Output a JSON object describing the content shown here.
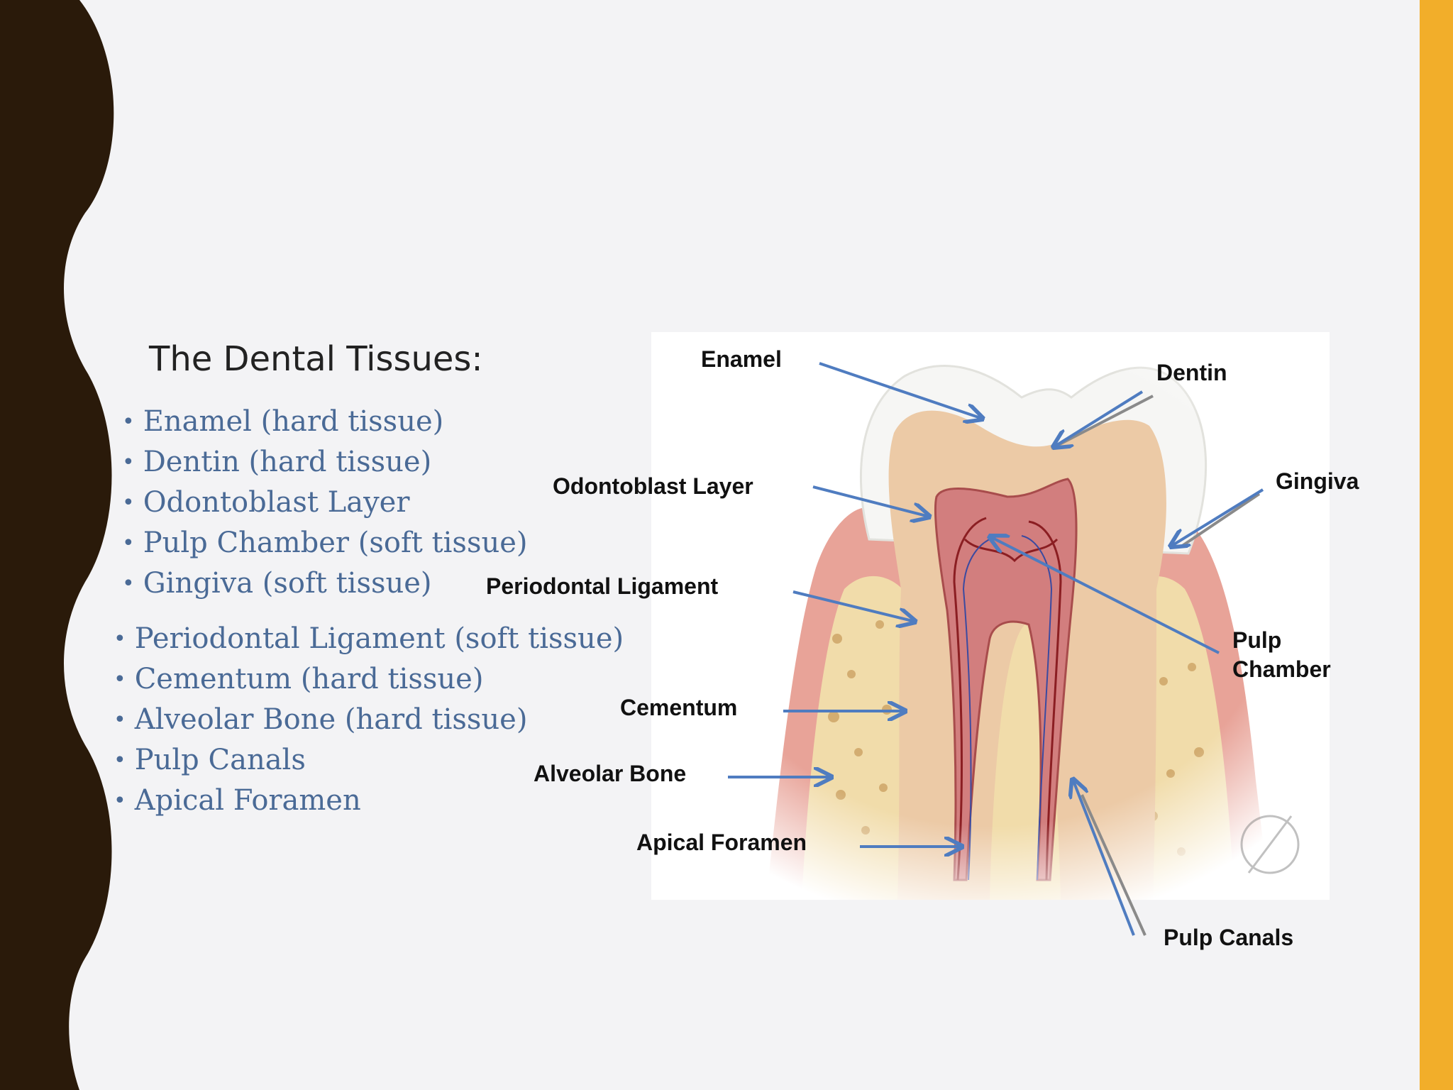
{
  "slide": {
    "title": "The Dental Tissues:",
    "bullets_group1": [
      "Enamel (hard tissue)",
      "Dentin (hard tissue)",
      "Odontoblast Layer",
      "Pulp Chamber (soft tissue)",
      "Gingiva (soft tissue)"
    ],
    "bullets_group2": [
      "Periodontal Ligament (soft tissue)",
      "Cementum (hard tissue)",
      "Alveolar Bone (hard tissue)",
      "Pulp Canals",
      "Apical Foramen"
    ]
  },
  "diagram": {
    "labels": {
      "enamel": "Enamel",
      "dentin": "Dentin",
      "odontoblast": "Odontoblast Layer",
      "gingiva": "Gingiva",
      "periodontal": "Periodontal Ligament",
      "pulp_chamber_1": "Pulp",
      "pulp_chamber_2": "Chamber",
      "cementum": "Cementum",
      "alveolar": "Alveolar Bone",
      "apical": "Apical Foramen",
      "pulp_canals": "Pulp Canals"
    }
  },
  "colors": {
    "left_band": "#2a1a0a",
    "right_stripe": "#f2ae2a",
    "background": "#f3f3f5",
    "bullet_text": "#4a6a96",
    "arrow": "#4f7cc0"
  }
}
